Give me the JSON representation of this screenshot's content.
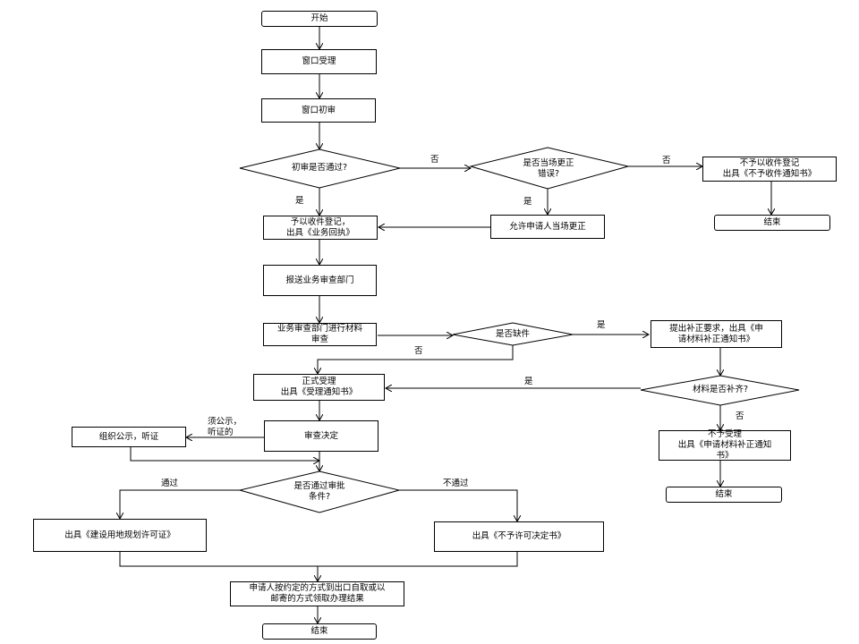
{
  "nodes": {
    "start": "开始",
    "window_accept": "窗口受理",
    "window_initial_review": "窗口初审",
    "q_initial_pass": "初审是否通过?",
    "q_fix_on_site": "是否当场更正\n错误?",
    "reject_register": "不予以收件登记\n出具《不予收件通知书》",
    "end_top": "结束",
    "allow_fix": "允许申请人当场更正",
    "register_receipt": "予以收件登记，\n出具《业务回执》",
    "send_to_dept": "报送业务审查部门",
    "dept_review": "业务审查部门进行材料\n审查",
    "q_need_supplement": "是否缺件",
    "request_supplement": "提出补正要求，出具《申\n请材料补正通知书》",
    "formal_accept": "正式受理\n出具《受理通知书》",
    "q_supplement_complete": "材料是否补齐?",
    "org_public": "组织公示，听证",
    "review_decision": "审查决定",
    "not_accept": "不予受理\n出具《申请材料补正通知\n书》",
    "end_right": "结束",
    "q_approval_pass": "是否通过审批\n条件?",
    "issue_permit": "出具《建设用地规划许可证》",
    "issue_refusal": "出具《不予许可决定书》",
    "collect_result": "申请人按约定的方式到出口自取或以\n邮寄的方式领取办理结果",
    "end_bottom": "结束"
  },
  "labels": {
    "no_1": "否",
    "no_2": "否",
    "yes_1": "是",
    "yes_2": "是",
    "yes_3": "是",
    "no_3": "否",
    "yes_4": "是",
    "no_4": "否",
    "need_public": "须公示，\n听证的",
    "pass": "通过",
    "not_pass": "不通过"
  }
}
